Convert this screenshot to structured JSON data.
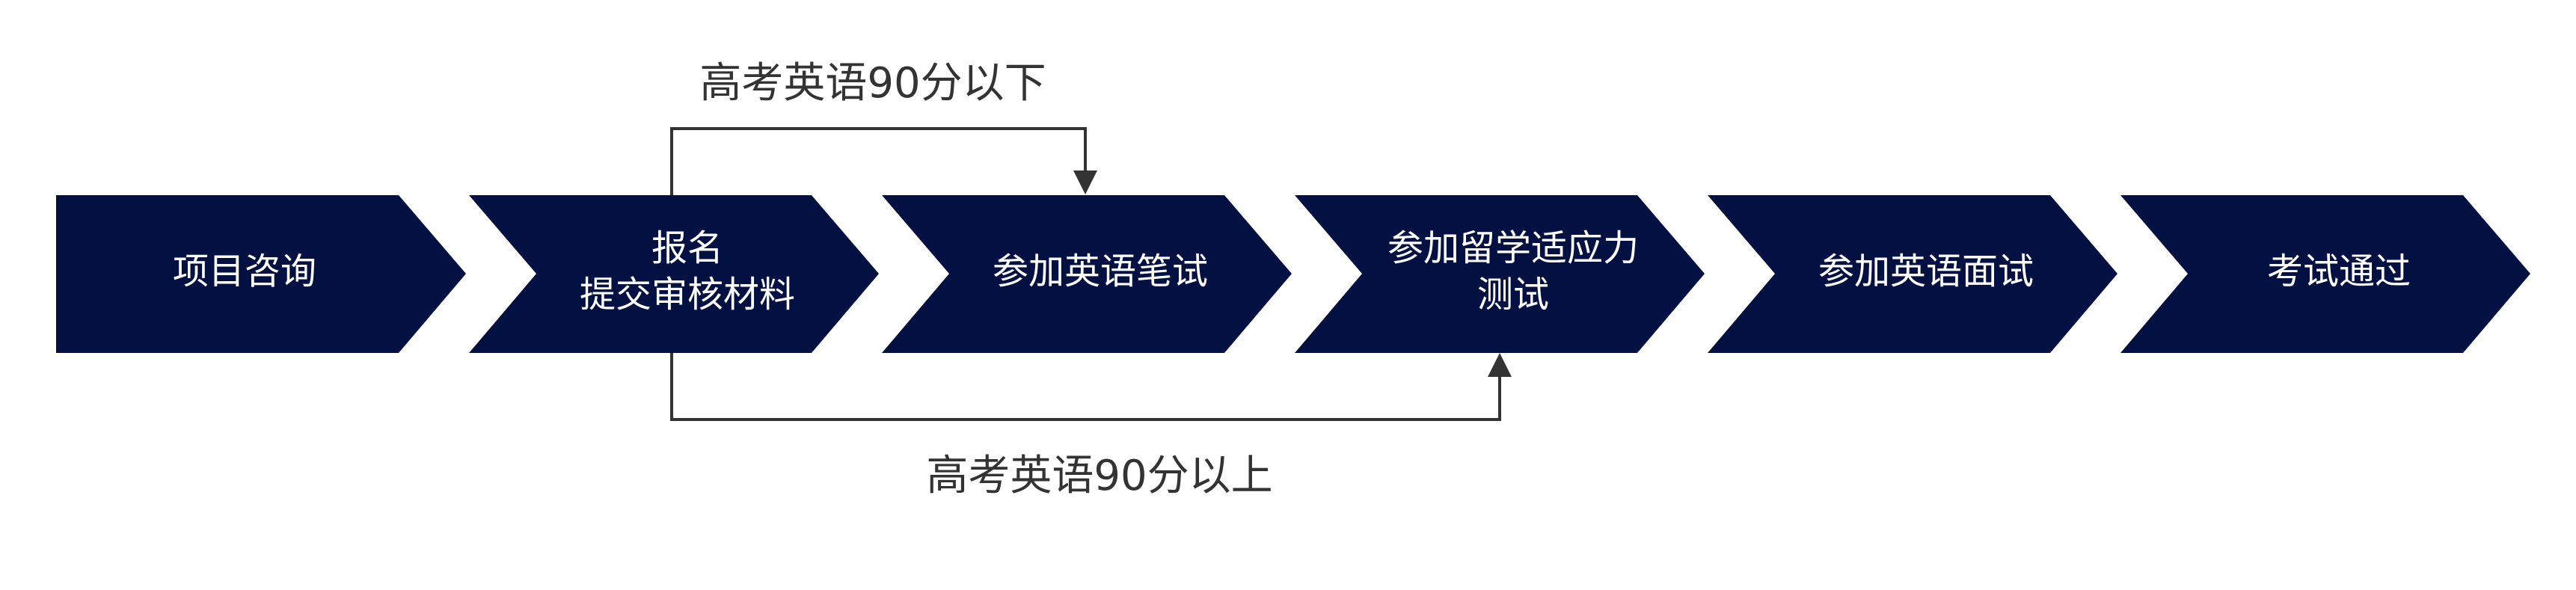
{
  "colors": {
    "step_fill": "#021142",
    "connector": "#333333",
    "step_text": "#ffffff",
    "label_text": "#333333"
  },
  "steps": [
    {
      "lines": [
        "项目咨询"
      ]
    },
    {
      "lines": [
        "报名",
        "提交审核材料"
      ]
    },
    {
      "lines": [
        "参加英语笔试"
      ]
    },
    {
      "lines": [
        "参加留学适应力",
        "测试"
      ]
    },
    {
      "lines": [
        "参加英语面试"
      ]
    },
    {
      "lines": [
        "考试通过"
      ]
    }
  ],
  "branches": {
    "upper_label": "高考英语90分以下",
    "lower_label": "高考英语90分以上"
  }
}
